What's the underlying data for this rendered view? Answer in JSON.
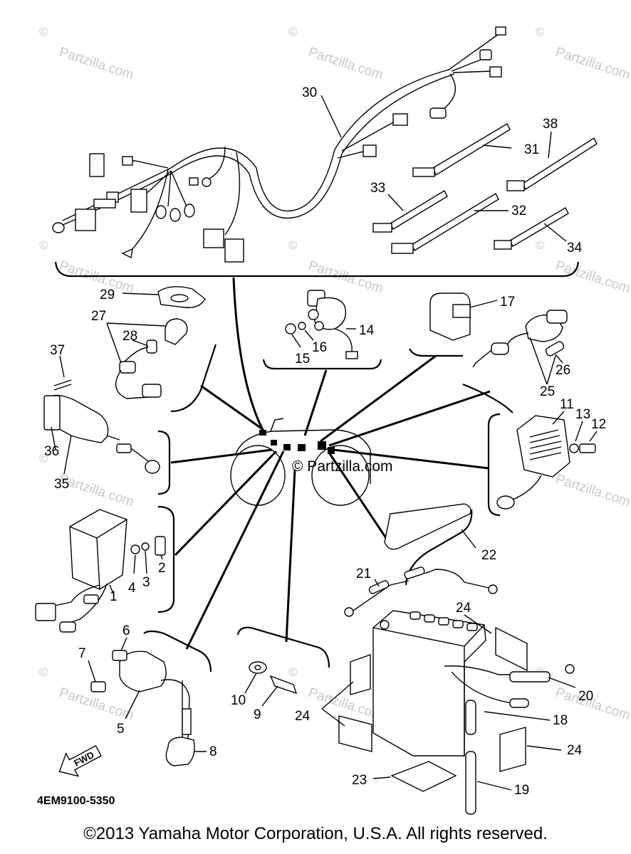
{
  "watermark": {
    "text": "Partzilla.com",
    "symbol": "©"
  },
  "center_logo": "© Partzilla.com",
  "diagram_code": "4EM9100-5350",
  "fwd_label": "FWD",
  "copyright": "©2013 Yamaha Motor Corporation, U.S.A. All rights reserved.",
  "callouts": {
    "c1": "1",
    "c2": "2",
    "c3": "3",
    "c4": "4",
    "c5": "5",
    "c6": "6",
    "c7": "7",
    "c8": "8",
    "c9": "9",
    "c10": "10",
    "c11": "11",
    "c12": "12",
    "c13": "13",
    "c14": "14",
    "c15": "15",
    "c16": "16",
    "c17": "17",
    "c18": "18",
    "c19": "19",
    "c20": "20",
    "c21": "21",
    "c22": "22",
    "c23": "23",
    "c24a": "24",
    "c24b": "24",
    "c24c": "24",
    "c25": "25",
    "c26": "26",
    "c27": "27",
    "c28": "28",
    "c29": "29",
    "c30": "30",
    "c31": "31",
    "c32": "32",
    "c33": "33",
    "c34": "34",
    "c35": "35",
    "c36": "36",
    "c37": "37",
    "c38": "38"
  }
}
